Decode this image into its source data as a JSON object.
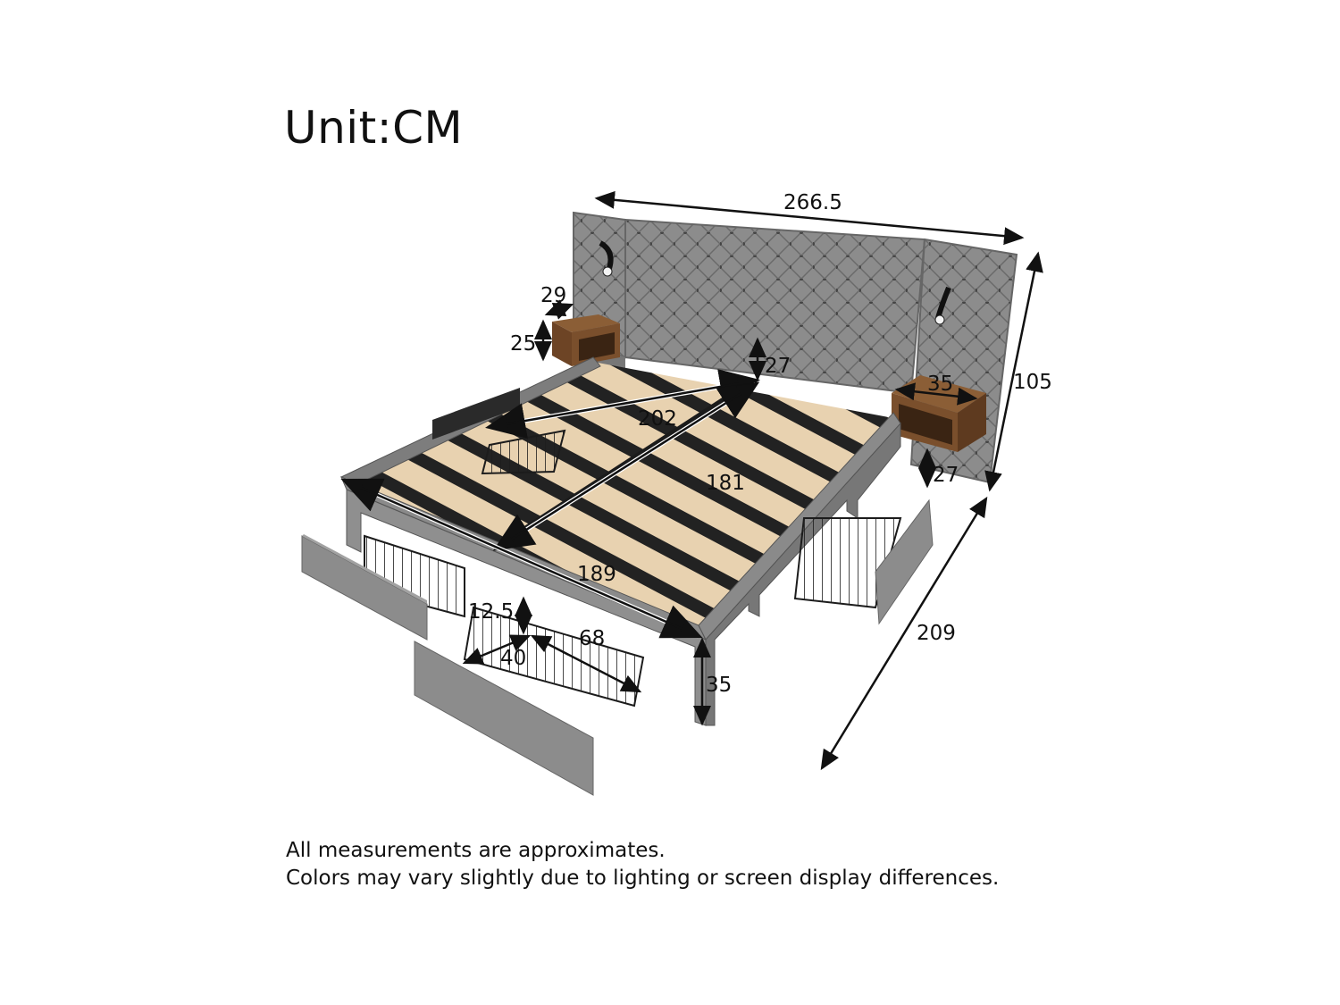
{
  "header": {
    "unit_label": "Unit:CM"
  },
  "dimensions": {
    "headboard_width": "266.5",
    "total_height": "105",
    "total_length": "209",
    "nightstand_depth": "29",
    "nightstand_height": "25",
    "nightstand_width": "35",
    "nightstand_clearance": "27",
    "headboard_clearance": "27",
    "inner_length": "202",
    "inner_width": "181",
    "frame_length": "189",
    "drawer_height": "12.5",
    "drawer_depth": "68",
    "drawer_width": "40",
    "frame_height": "35"
  },
  "footnotes": {
    "line1": "All measurements are approximates.",
    "line2": "Colors may vary slightly due to lighting or screen display differences."
  },
  "colors": {
    "upholstery": "#8a8a8a",
    "upholstery_dark": "#6f6f6f",
    "slat": "#e8d2b0",
    "wood": "#7a4f2c",
    "metal": "#1c1c1c"
  }
}
